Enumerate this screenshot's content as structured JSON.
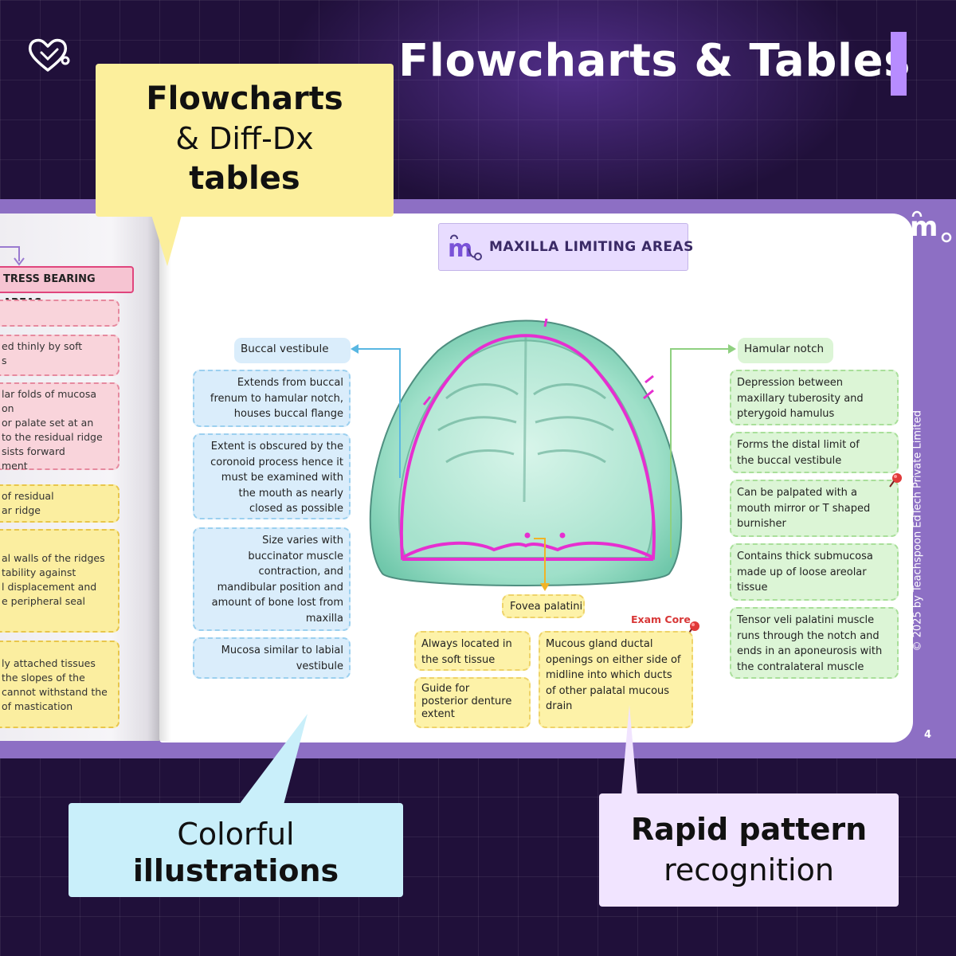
{
  "headline": "Flowcharts & Tables",
  "callouts": {
    "flowcharts": {
      "line1": "Flowcharts",
      "line2": "& Diff-Dx",
      "line3": "tables"
    },
    "colorful": {
      "line1": "Colorful",
      "line2": "illustrations"
    },
    "rapid": {
      "line1": "Rapid pattern",
      "line2": "recognition"
    }
  },
  "left_page": {
    "header": "TRESS BEARING AREAS",
    "boxes": [
      {
        "text": "",
        "color": "pink"
      },
      {
        "text": "ed thinly by soft\ns",
        "color": "pink"
      },
      {
        "text": "lar folds of mucosa on\nor palate set at an\nto the residual ridge\nsists forward\nment",
        "color": "pink"
      },
      {
        "text": "of residual\nar ridge",
        "color": "yellow"
      },
      {
        "text": "al walls of the ridges\ntability against\nl displacement and\ne peripheral seal",
        "color": "yellow"
      },
      {
        "text": "ly attached tissues\nthe slopes of the\ncannot withstand the\n of mastication",
        "color": "yellow"
      }
    ]
  },
  "page": {
    "title": "MAXILLA LIMITING AREAS",
    "exam_core": "Exam Core",
    "buccal": {
      "label": "Buccal vestibule",
      "items": [
        "Extends from buccal\nfrenum to hamular notch,\nhouses buccal flange",
        "Extent is obscured by the\ncoronoid process hence it\nmust be examined with\nthe mouth as nearly\nclosed as possible",
        "Size varies with\nbuccinator muscle\ncontraction, and\nmandibular position and\namount of bone lost from\nmaxilla",
        "Mucosa similar to labial\nvestibule"
      ]
    },
    "hamular": {
      "label": "Hamular notch",
      "items": [
        "Depression between\nmaxillary tuberosity and\npterygoid hamulus",
        "Forms the distal limit of\nthe buccal vestibule",
        "Can be palpated with a\nmouth mirror or T shaped\nburnisher",
        "Contains thick submucosa\nmade up of loose areolar\ntissue",
        "Tensor veli palatini muscle\nruns through the notch and\nends in an aponeurosis with\nthe contralateral muscle"
      ]
    },
    "fovea": {
      "label": "Fovea palatini",
      "left_items": [
        "Always located in\nthe soft tissue",
        "Guide for\nposterior denture\nextent"
      ],
      "right_item": "Mucous gland ductal\nopenings on either side of\nmidline into which ducts\nof other palatal mucous\ndrain"
    },
    "copyright": "© 2025 by Teachspoon EdTech Private Limited",
    "page_number": "4"
  },
  "colors": {
    "background": "#20103a",
    "accent_bar": "#b78cff",
    "outline_magenta": "#e62fd0",
    "palate_teal": "#8fd9c0"
  }
}
